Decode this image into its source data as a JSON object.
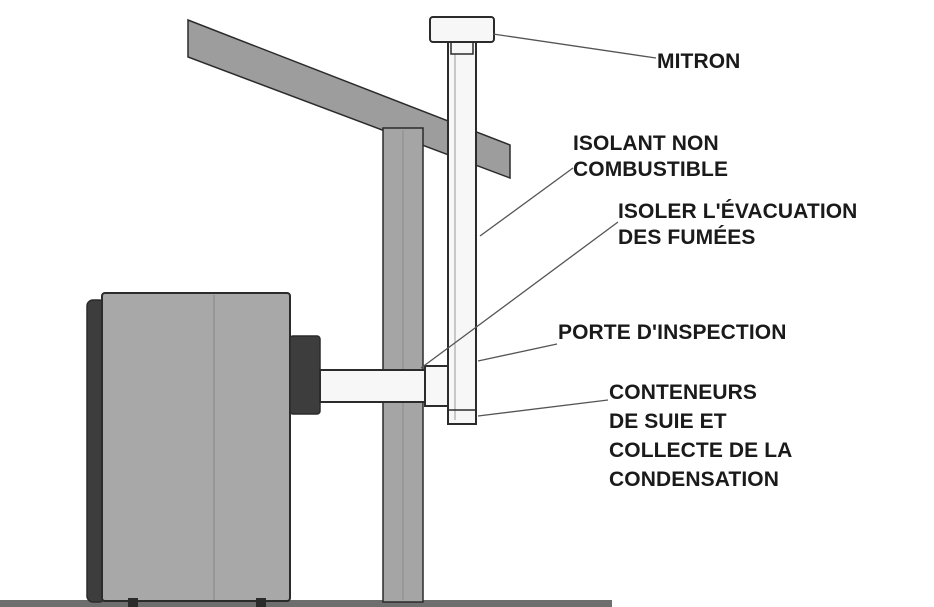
{
  "colors": {
    "beam": "#9d9d9d",
    "post": "#a5a5a5",
    "ground": "#6e6e6e",
    "boiler_body": "#a8a8a8",
    "boiler_side": "#3d3d3d",
    "pipe": "#f7f7f7",
    "outline": "#2b2b2b",
    "leader": "#555555",
    "text": "#1a1a1a"
  },
  "labels": {
    "mitron": [
      "MITRON"
    ],
    "isolant": [
      "ISOLANT NON",
      "COMBUSTIBLE"
    ],
    "isoler": [
      "ISOLER L'ÉVACUATION",
      "DES FUMÉES"
    ],
    "porte": [
      "PORTE D'INSPECTION"
    ],
    "conteneurs": [
      "CONTENEURS",
      "DE SUIE ET",
      "COLLECTE DE LA",
      "CONDENSATION"
    ]
  }
}
